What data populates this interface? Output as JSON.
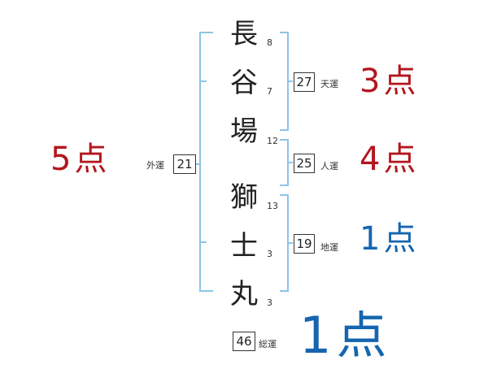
{
  "characters": [
    {
      "char": "長",
      "strokes": "8"
    },
    {
      "char": "谷",
      "strokes": "7"
    },
    {
      "char": "場",
      "strokes": "12"
    },
    {
      "char": "獅",
      "strokes": "13"
    },
    {
      "char": "士",
      "strokes": "3"
    },
    {
      "char": "丸",
      "strokes": "3"
    }
  ],
  "fortunes": {
    "tenkaku": {
      "label": "天運",
      "value": "27",
      "score": "3点",
      "tone": "red"
    },
    "jinkaku": {
      "label": "人運",
      "value": "25",
      "score": "4点",
      "tone": "red"
    },
    "chikaku": {
      "label": "地運",
      "value": "19",
      "score": "1点",
      "tone": "blue"
    },
    "gaikaku": {
      "label": "外運",
      "value": "21",
      "score": "5点",
      "tone": "red"
    },
    "soukaku": {
      "label": "総運",
      "value": "46",
      "score": "1点",
      "tone": "blue"
    }
  },
  "colors": {
    "red": "#b3161d",
    "blue": "#1565b0",
    "bracket": "#8fc3e6"
  }
}
